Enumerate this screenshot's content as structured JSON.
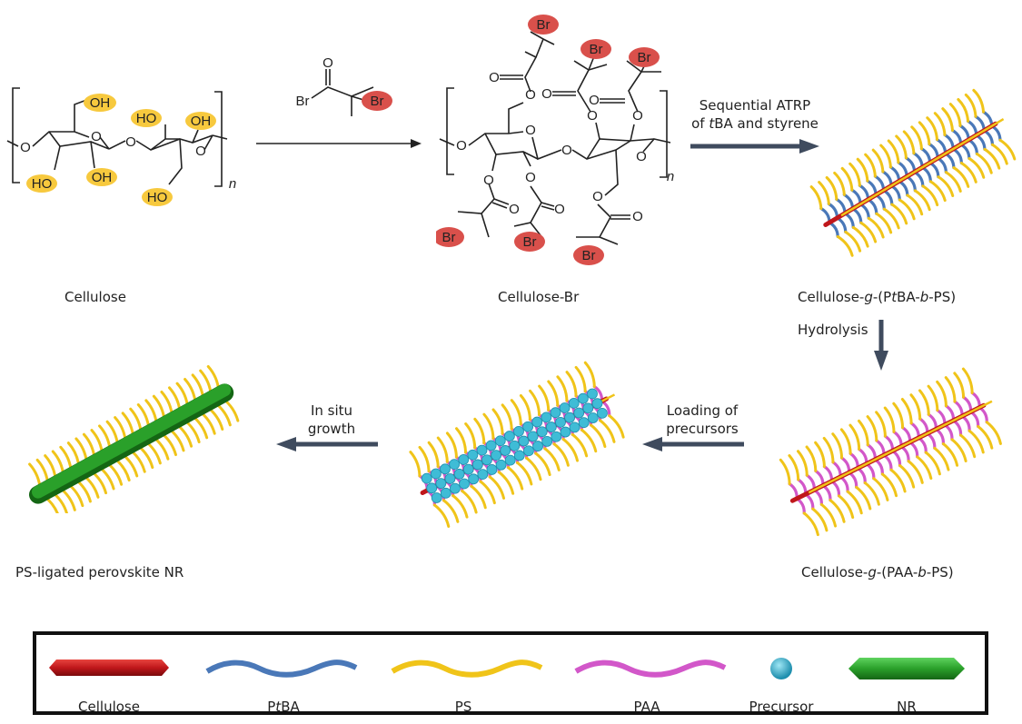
{
  "structures": {
    "cellulose": {
      "hydroxyl_labels": [
        "OH",
        "HO",
        "OH",
        "HO",
        "OH",
        "HO"
      ],
      "ring_oxygen": "O",
      "repeat_subscript": "n",
      "highlight_color": "#f7c93e"
    },
    "reagent": {
      "carbonyl_oxygen": "O",
      "acyl_bromide": "Br",
      "tertiary_bromide": "Br",
      "highlight_color": "#d9504b"
    },
    "cellulose_br": {
      "bromide_label": "Br",
      "oxygen_label": "O",
      "repeat_subscript": "n",
      "highlight_color": "#d9504b"
    }
  },
  "captions": {
    "cellulose": "Cellulose",
    "cellulose_br": "Cellulose-Br",
    "cellulose_g_ptba_b_ps": [
      "Cellulose-",
      "g",
      "-(P",
      "t",
      "BA-",
      "b",
      "-PS)"
    ],
    "cellulose_g_paa_b_ps": [
      "Cellulose-",
      "g",
      "-(PAA-",
      "b",
      "-PS)"
    ],
    "ps_ligated_nr": "PS-ligated perovskite NR"
  },
  "arrows": {
    "step1": {
      "direction": "right"
    },
    "step2": {
      "label_lines": [
        "Sequential ATRP",
        [
          "of ",
          "t",
          "BA and styrene"
        ]
      ],
      "direction": "right"
    },
    "step3": {
      "label": "Hydrolysis",
      "direction": "down"
    },
    "step4": {
      "label_lines": [
        "Loading of",
        "precursors"
      ],
      "direction": "left"
    },
    "step5": {
      "label_lines": [
        "In situ",
        "growth"
      ],
      "direction": "left"
    },
    "color": "#3f4b5e"
  },
  "legend": {
    "items": [
      {
        "label": "Cellulose",
        "shape": "rod",
        "color": "#c0171b"
      },
      {
        "label": "PtBA",
        "shape": "wave",
        "color": "#4a78b8",
        "italic_part": "t"
      },
      {
        "label": "PS",
        "shape": "wave",
        "color": "#f0c419"
      },
      {
        "label": "PAA",
        "shape": "wave",
        "color": "#d257c9"
      },
      {
        "label": "Precursor",
        "shape": "sphere",
        "color": "#3fbcd6"
      },
      {
        "label": "NR",
        "shape": "rod",
        "color": "#2aa02a"
      }
    ]
  },
  "colors": {
    "cellulose": "#c0171b",
    "ptba": "#4a78b8",
    "ps": "#f0c419",
    "paa": "#d257c9",
    "precursor": "#3fbcd6",
    "nr": "#2aa02a"
  }
}
